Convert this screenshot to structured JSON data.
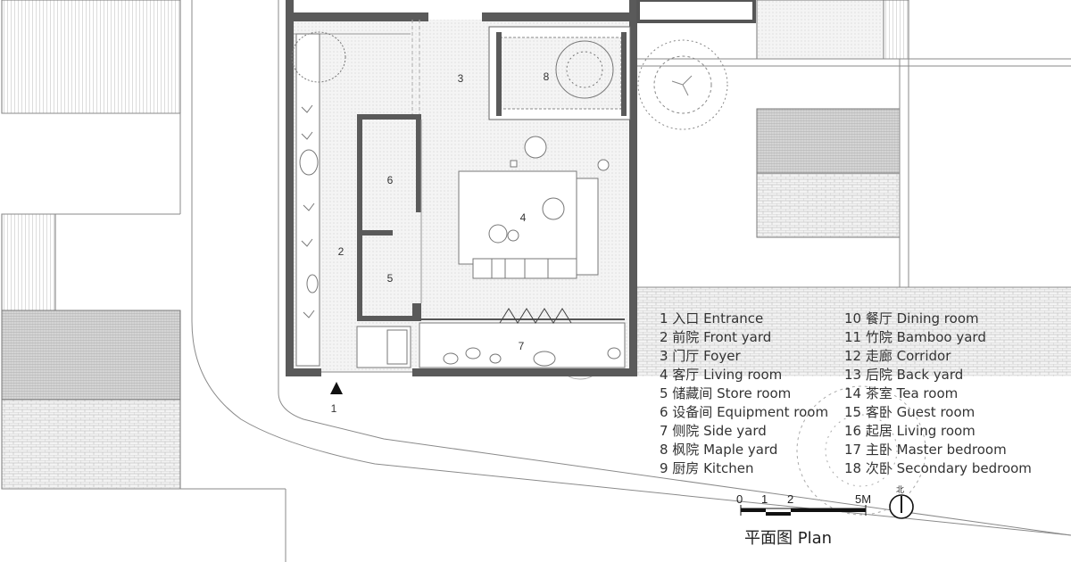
{
  "plan": {
    "title": "平面图  Plan",
    "room_labels": [
      "1",
      "2",
      "3",
      "4",
      "5",
      "6",
      "7",
      "8"
    ],
    "scale": {
      "ticks": [
        "0",
        "1",
        "2",
        "5M"
      ],
      "north": "北"
    }
  },
  "legend": [
    "1 入口  Entrance",
    "2 前院  Front yard",
    "3 门厅  Foyer",
    "4 客厅  Living room",
    "5 储藏间  Store room",
    "6 设备间  Equipment room",
    "7 侧院  Side yard",
    "8 枫院  Maple yard",
    "9 厨房  Kitchen",
    "10 餐厅  Dining room",
    "11 竹院  Bamboo yard",
    "12 走廊  Corridor",
    "13 后院  Back yard",
    "14 茶室  Tea room",
    "15 客卧  Guest room",
    "16 起居  Living room",
    "17 主卧  Master bedroom",
    "18 次卧  Secondary bedroom"
  ],
  "colors": {
    "wall": "#5a5a5a",
    "line": "#8a8a8a",
    "paving": "#eeeeee",
    "hatch_dark": "#d0d0d0",
    "text": "#333333"
  }
}
